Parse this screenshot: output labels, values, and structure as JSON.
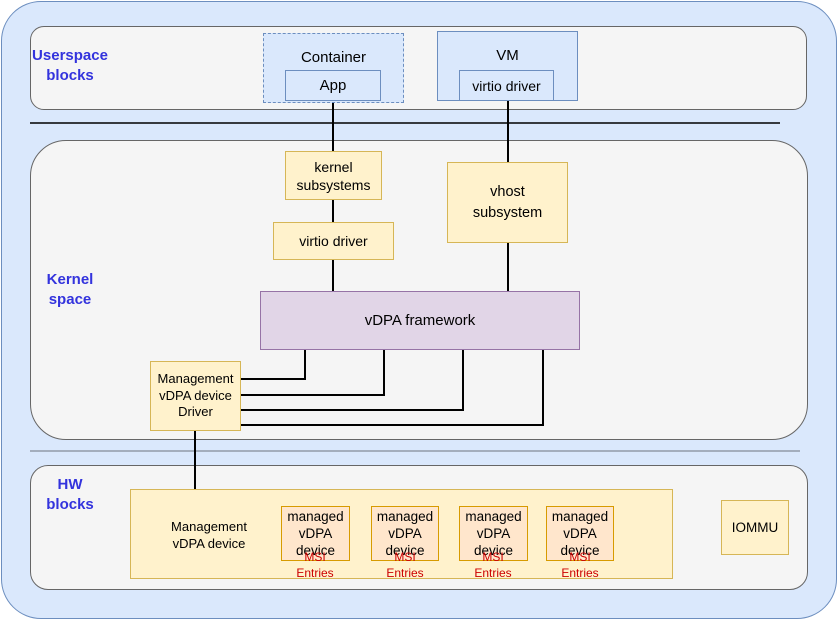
{
  "sections": {
    "userspace": "Userspace\nblocks",
    "kernel": "Kernel\nspace",
    "hw": "HW\nblocks"
  },
  "container": {
    "title": "Container",
    "app": "App"
  },
  "vm": {
    "title": "VM",
    "driver": "virtio driver"
  },
  "kernel": {
    "subsystems": "kernel\nsubsystems",
    "virtio_driver": "virtio driver",
    "vhost": "vhost\nsubsystem",
    "framework": "vDPA framework",
    "mgmt_driver": "Management\nvDPA device\nDriver"
  },
  "hw": {
    "mgmt_device": "Management\nvDPA device",
    "managed_devices": [
      {
        "label": "managed\nvDPA\ndevice",
        "msi": "MSI\nEntries"
      },
      {
        "label": "managed\nvDPA\ndevice",
        "msi": "MSI\nEntries"
      },
      {
        "label": "managed\nvDPA\ndevice",
        "msi": "MSI\nEntries"
      },
      {
        "label": "managed\nvDPA\ndevice",
        "msi": "MSI\nEntries"
      }
    ],
    "iommu": "IOMMU"
  },
  "colors": {
    "section_label": "#3333dd",
    "outer_fill": "#dae8fc",
    "band_fill": "#f5f5f5",
    "box_fill": "#fff2cc",
    "framework_fill": "#e1d5e7",
    "managed_fill": "#ffe6cc",
    "msi_text": "#cc0000"
  }
}
